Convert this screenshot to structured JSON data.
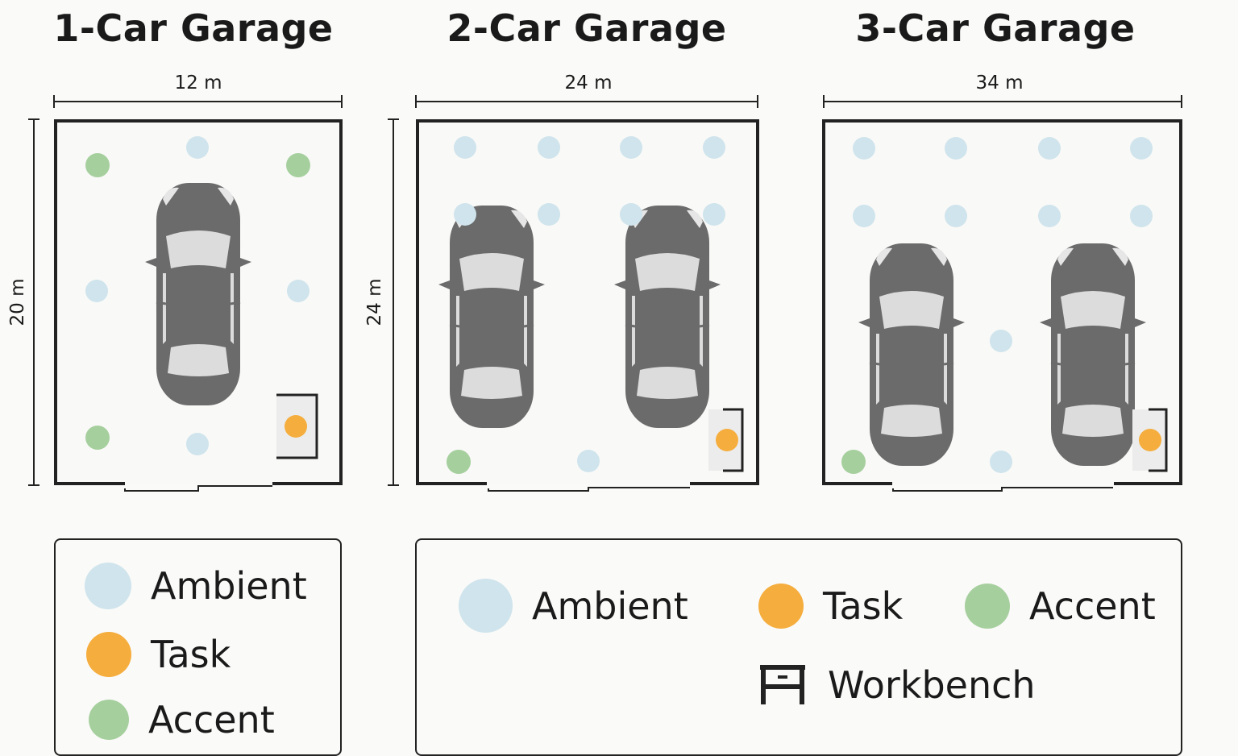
{
  "colors": {
    "ambient": "#cfe4ec",
    "task": "#f5ad3d",
    "accent": "#a6cf9e",
    "wall": "#222222",
    "car": "#6b6b6b",
    "car_glass": "#dcdcdc",
    "workbench_fill": "#ececec"
  },
  "garages": [
    {
      "title": "1-Car Garage",
      "width_label": "12 m",
      "depth_label": "20 m"
    },
    {
      "title": "2-Car Garage",
      "width_label": "24 m",
      "depth_label": "24 m"
    },
    {
      "title": "3-Car Garage",
      "width_label": "34 m",
      "depth_label": ""
    }
  ],
  "legend_small": {
    "items": [
      {
        "key": "ambient",
        "label": "Ambient"
      },
      {
        "key": "task",
        "label": "Task"
      },
      {
        "key": "accent",
        "label": "Accent"
      }
    ]
  },
  "legend_large": {
    "items": [
      {
        "key": "ambient",
        "label": "Ambient"
      },
      {
        "key": "task",
        "label": "Task"
      },
      {
        "key": "accent",
        "label": "Accent"
      }
    ],
    "workbench_label": "Workbench",
    "workbench_icon": "workbench-icon"
  }
}
